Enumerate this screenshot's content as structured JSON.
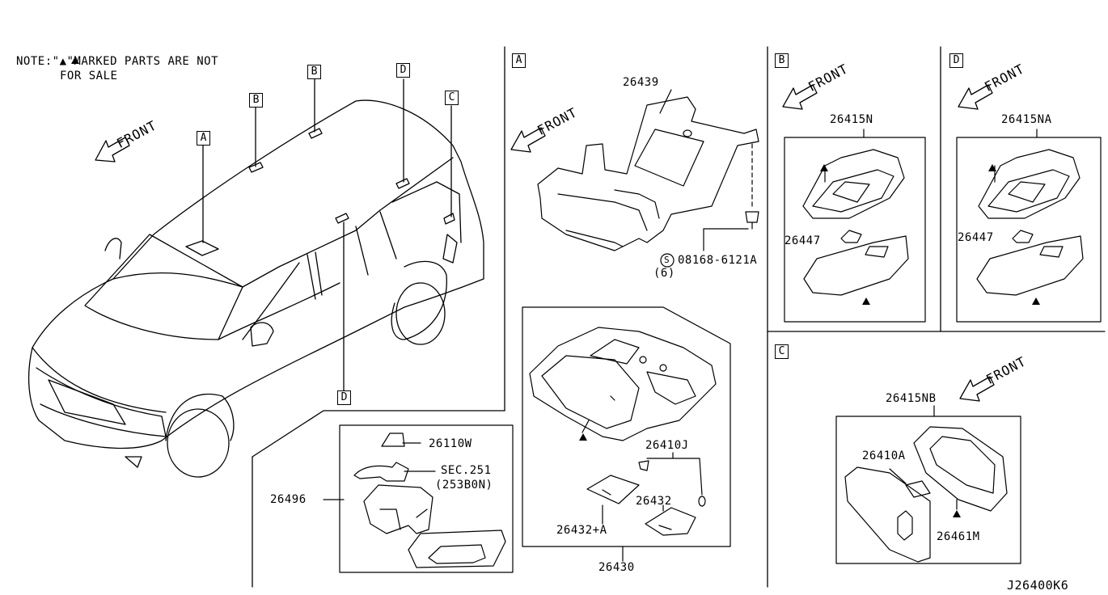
{
  "note": {
    "line1": "NOTE:\"▲\"MARKED PARTS ARE NOT",
    "line2": "FOR SALE"
  },
  "direction_label": "FRONT",
  "callouts": {
    "A": "A",
    "B": "B",
    "C": "C",
    "D": "D"
  },
  "parts": {
    "p26439": "26439",
    "p08168": "08168-6121A",
    "p08168_qty": "(6)",
    "bolt_symbol": "S",
    "p26415N": "26415N",
    "p26415NA": "26415NA",
    "p26447": "26447",
    "p26415NB": "26415NB",
    "p26410A": "26410A",
    "p26461M": "26461M",
    "p26110W": "26110W",
    "sec": "SEC.251",
    "sec_ref": "(253B0N)",
    "p26496": "26496",
    "p26410J": "26410J",
    "p26432": "26432",
    "p26432A": "26432+A",
    "p26430": "26430"
  },
  "not_for_sale_marker": "▲",
  "diagram_id": "J26400K6"
}
